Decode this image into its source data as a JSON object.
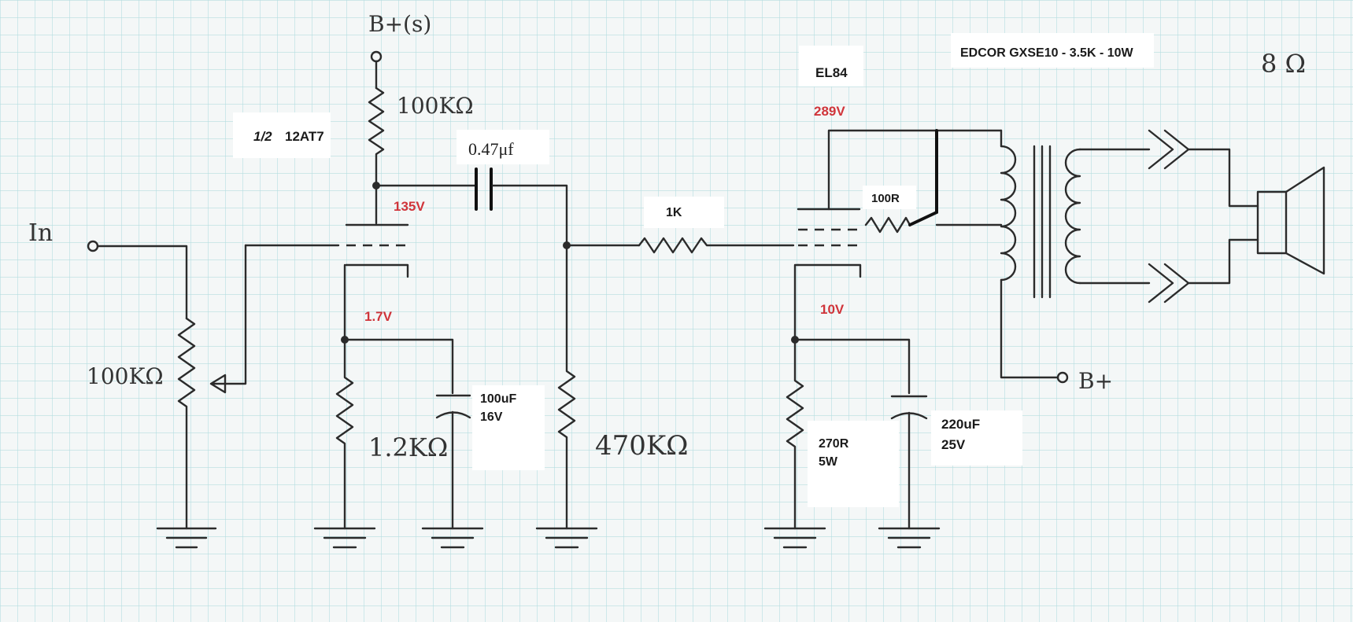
{
  "schematic": {
    "supply_screen_label": "B+(s)",
    "input_label": "In",
    "volume_pot_label": "100KΩ",
    "plate_resistor_label": "100KΩ",
    "preamp_tube_fraction": "1/2",
    "preamp_tube_label": "12AT7",
    "coupling_cap_label": "0.47μf",
    "preamp_plate_voltage": "135V",
    "preamp_cathode_voltage": "1.7V",
    "preamp_cathode_resistor_label": "1.2KΩ",
    "preamp_bypass_cap_value": "100uF",
    "preamp_bypass_cap_voltage": "16V",
    "grid_leak_resistor_label": "470KΩ",
    "grid_stopper_label": "1K",
    "power_tube_label": "EL84",
    "power_plate_voltage": "289V",
    "screen_resistor_label": "100R",
    "power_cathode_voltage": "10V",
    "power_cathode_resistor_value": "270R",
    "power_cathode_resistor_watt": "5W",
    "power_bypass_cap_value": "220uF",
    "power_bypass_cap_voltage": "25V",
    "transformer_label": "EDCOR GXSE10 - 3.5K - 10W",
    "speaker_impedance_label": "8 Ω",
    "supply_label": "B+"
  },
  "colors": {
    "grid_line": "#b5dde0",
    "wire": "#2b2b2b",
    "voltage": "#d0343a",
    "label": "#1a1a1a"
  }
}
